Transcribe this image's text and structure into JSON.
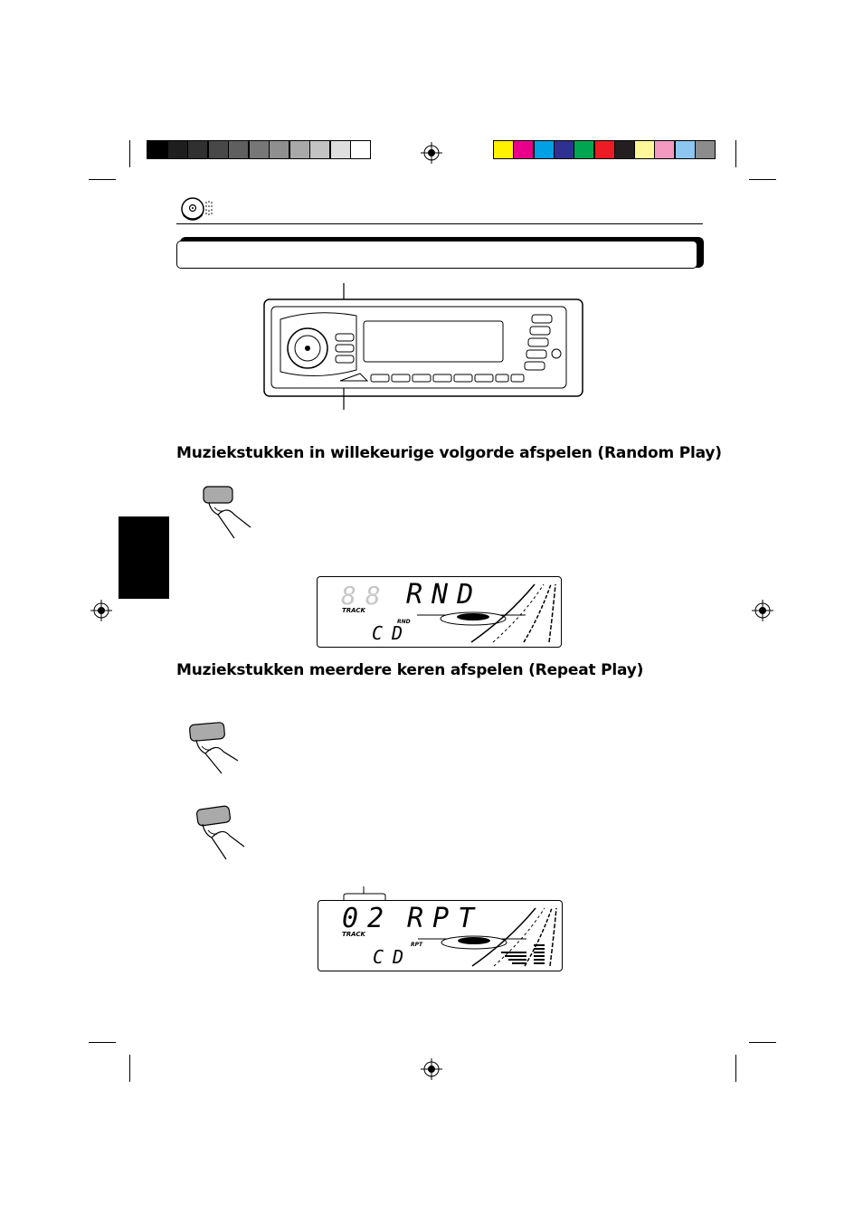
{
  "color_bar": {
    "grayscale": [
      "#000000",
      "#1e1e1e",
      "#303030",
      "#484848",
      "#5f5f5f",
      "#777777",
      "#8f8f8f",
      "#a9a9a9",
      "#c3c3c3",
      "#dedede",
      "#ffffff"
    ],
    "colors": [
      "#fff200",
      "#e8008a",
      "#00a0e4",
      "#2e3192",
      "#00a651",
      "#ed1c24",
      "#231f20",
      "#fff799",
      "#f49ac1",
      "#8dc6f0",
      "#8c8c8c"
    ]
  },
  "header_icon": "cd-disc-icon",
  "headings": {
    "random": "Muziekstukken in willekeurige volgorde afspelen",
    "random_paren": "(Random Play)",
    "repeat": "Muziekstukken meerdere keren afspelen",
    "repeat_paren": "(Repeat Play)"
  },
  "lcd_random": {
    "main_text": "RND",
    "track_label": "TRACK",
    "indicator": "RND",
    "source": "CD"
  },
  "lcd_repeat": {
    "track_number": "02",
    "main_text": "RPT",
    "track_label": "TRACK",
    "indicator": "RPT",
    "source": "CD"
  }
}
